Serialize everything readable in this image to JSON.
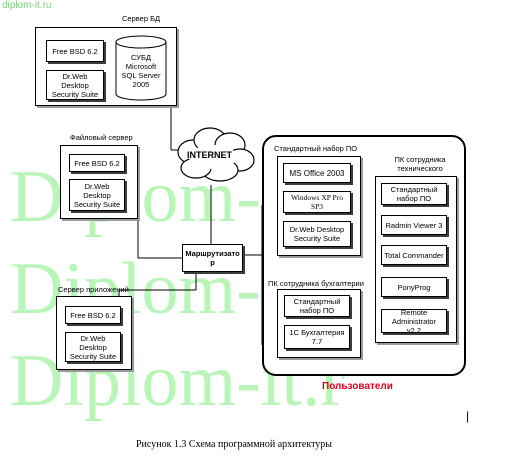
{
  "watermark": {
    "site": "diplom-it.ru",
    "big": "Diplom-it.r"
  },
  "db_server": {
    "title": "Сервер БД",
    "os": "Free BSD 6.2",
    "antivirus": "Dr.Web Desktop Security Suite",
    "dbms": "СУБД Microsoft SQL Server 2005"
  },
  "file_server": {
    "title": "Файловый сервер",
    "os": "Free BSD 6.2",
    "antivirus": "Dr.Web Desktop Security Suite"
  },
  "app_server": {
    "title": "Сервер приложений",
    "os": "Free BSD 6.2",
    "antivirus": "Dr.Web Desktop Security Suite"
  },
  "internet": "INTERNET",
  "router": "Маршрутизато р",
  "standard_set": {
    "title": "Стандартный набор ПО",
    "items": [
      "MS Office 2003",
      "Windows XP Pro SP3",
      "Dr.Web Desktop Security Suite"
    ]
  },
  "accounting_pc": {
    "title": "ПК сотрудника бухгалтерии",
    "items": [
      "Стандартный набор ПО",
      "1С Бухгалтерия 7.7"
    ]
  },
  "tech_pc": {
    "title": "ПК сотрудника технического отдела",
    "items": [
      "Стандартный набор ПО",
      "Radmin Viewer 3",
      "Total Commander",
      "PonyProg",
      "Remote Administrator v2.2"
    ]
  },
  "users_label": "Пользователи",
  "caption": "Рисунок 1.3 Схема программной архитектуры",
  "cursor_mark": "|"
}
